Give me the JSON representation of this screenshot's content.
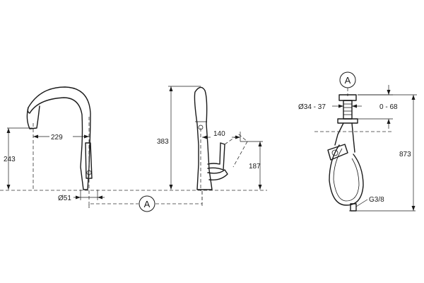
{
  "drawing": {
    "views": {
      "front": {
        "dimensions": {
          "height": "243",
          "reach": "229",
          "diameter": "Ø51"
        }
      },
      "side": {
        "dimensions": {
          "height": "383",
          "spout_depth": "140",
          "handle_height": "187"
        }
      },
      "installation": {
        "dimensions": {
          "hole_diameter": "Ø34 - 37",
          "deck_thickness": "0 - 68",
          "hose_length": "873",
          "connection": "G3/8"
        }
      }
    },
    "callouts": {
      "bottom": "A",
      "top": "A"
    }
  }
}
